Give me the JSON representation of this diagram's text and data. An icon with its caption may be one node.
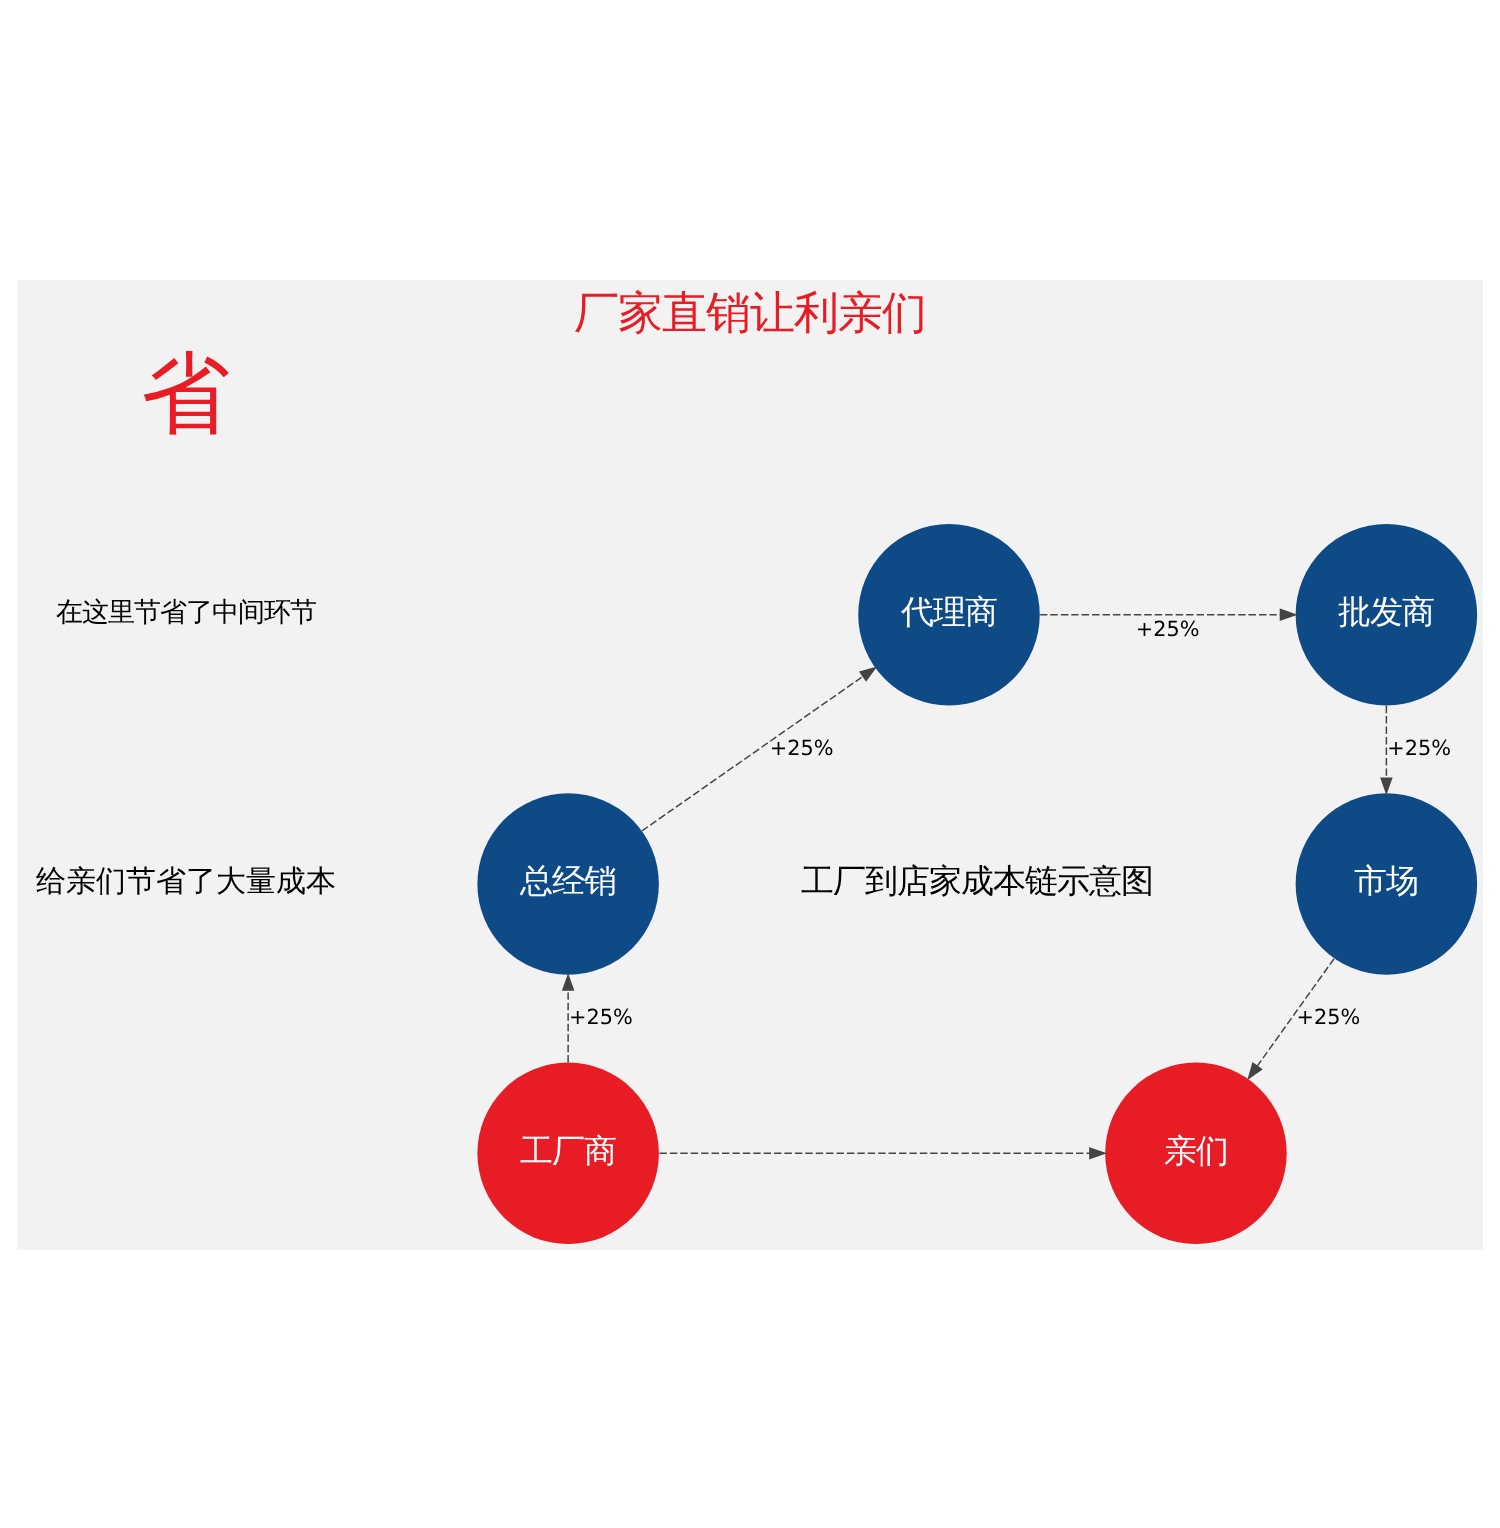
{
  "diagram": {
    "title": "厂家直销让利亲们",
    "nodes": [
      {
        "text": [
          "工厂商"
        ]
      },
      {
        "text": [
          "总经销"
        ]
      },
      {
        "text": [
          "代理商"
        ]
      },
      {
        "text": [
          "批发商"
        ]
      },
      {
        "text": [
          "市场"
        ]
      },
      {
        "text": [
          "亲们"
        ]
      }
    ],
    "edges": [
      {
        "from": 0,
        "to": 1,
        "arrow": "to",
        "style": "dashed",
        "label": "+25%"
      },
      {
        "from": 1,
        "to": 2,
        "arrow": "to",
        "style": "dashed",
        "label": "+25%"
      },
      {
        "from": 2,
        "to": 3,
        "arrow": "to",
        "style": "dashed",
        "label": "+25%"
      },
      {
        "from": 3,
        "to": 4,
        "arrow": "to",
        "style": "dashed",
        "label": "+25%"
      },
      {
        "from": 4,
        "to": 5,
        "arrow": "to",
        "style": "dashed",
        "label": "+25%"
      },
      {
        "from": 0,
        "to": 5,
        "arrow": "to",
        "style": "dashed"
      }
    ],
    "labels": [
      "工厂到店家成本链示意图",
      "省",
      "在这里节省了中间环节",
      "给亲们节省了大量成本"
    ]
  }
}
